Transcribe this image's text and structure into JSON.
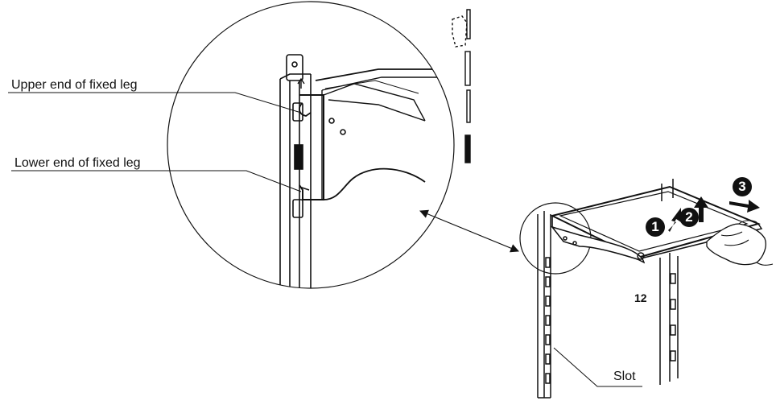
{
  "labels": {
    "upper_end": "Upper end of fixed  leg",
    "lower_end": "Lower end of fixed leg",
    "slot": "Slot",
    "figure_number": "12"
  },
  "steps": [
    "1",
    "2",
    "3"
  ]
}
